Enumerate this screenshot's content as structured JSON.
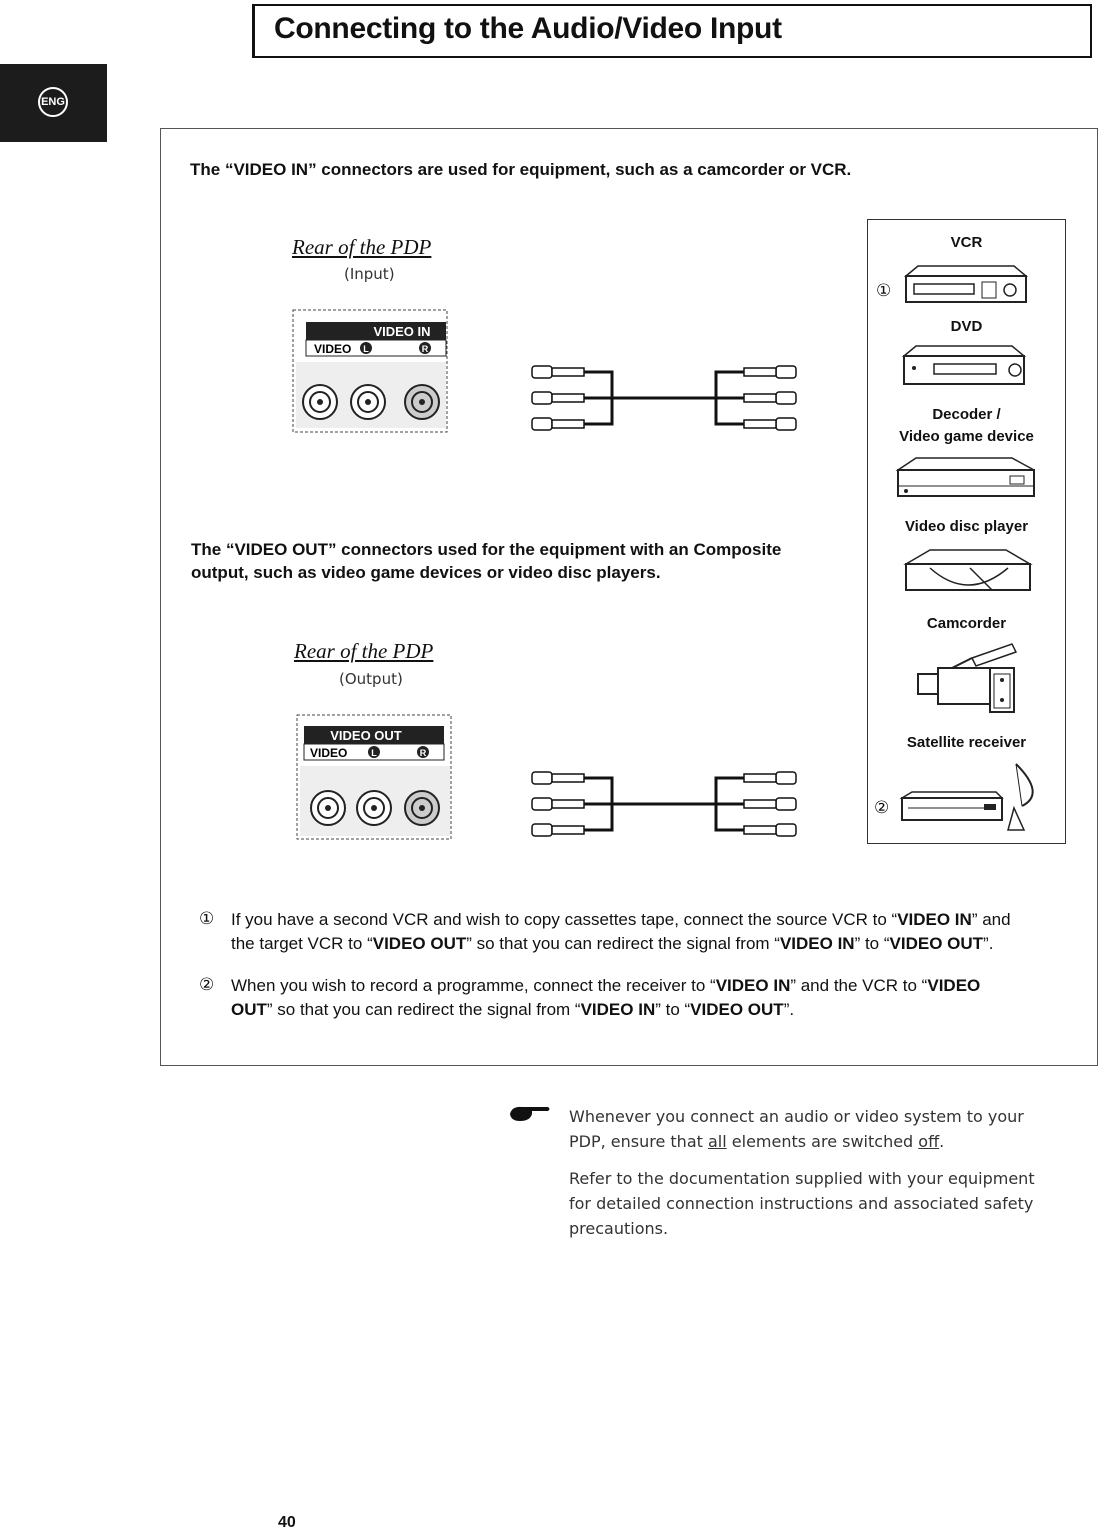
{
  "header": {
    "title": "Connecting to the Audio/Video Input",
    "badge": "ENG"
  },
  "intro_in": "The “VIDEO IN” connectors are used for equipment, such as a camcorder or VCR.",
  "intro_out_line1": "The “VIDEO OUT” connectors used for the equipment with an Composite",
  "intro_out_line2": "output, such as video game devices or video disc players.",
  "panel_in": {
    "heading": "Rear of the PDP",
    "sub": "(Input)",
    "label_top": "VIDEO IN",
    "label_video": "VIDEO",
    "label_l": "L",
    "label_r": "R"
  },
  "panel_out": {
    "heading": "Rear of the PDP",
    "sub": "(Output)",
    "label_top": "VIDEO OUT",
    "label_video": "VIDEO",
    "label_l": "L",
    "label_r": "R"
  },
  "devices": {
    "vcr": "VCR",
    "dvd": "DVD",
    "decoder_line1": "Decoder /",
    "decoder_line2": "Video game device",
    "disc": "Video disc player",
    "camcorder": "Camcorder",
    "satellite": "Satellite receiver",
    "num1": "①",
    "num2": "②"
  },
  "notes": {
    "n1_num": "①",
    "n1_a": "If you have a second VCR and wish to copy cassettes tape, connect the source VCR to “",
    "n1_b": "VIDEO IN",
    "n1_c": "” and",
    "n1_d": "the target VCR to “",
    "n1_e": "VIDEO OUT",
    "n1_f": "” so that you can redirect the signal from “",
    "n1_g": "VIDEO IN",
    "n1_h": "” to “",
    "n1_i": "VIDEO OUT",
    "n1_j": "”.",
    "n2_num": "②",
    "n2_a": "When you wish to record a programme, connect the receiver to “",
    "n2_b": "VIDEO IN",
    "n2_c": "” and the VCR to “",
    "n2_d": "VIDEO",
    "n2_e": "OUT",
    "n2_f": "” so that you can redirect the signal from “",
    "n2_g": "VIDEO IN",
    "n2_h": "” to “",
    "n2_i": "VIDEO OUT",
    "n2_j": "”."
  },
  "advice": {
    "p1_a": "Whenever you connect an audio or video system to your",
    "p1_b": "PDP, ensure that ",
    "p1_all": "all",
    "p1_c": " elements are switched ",
    "p1_off": "off",
    "p1_d": ".",
    "p2_l1": "Refer to the documentation supplied with your equipment",
    "p2_l2": "for detailed connection instructions and associated safety",
    "p2_l3": "precautions."
  },
  "page_number": "40"
}
